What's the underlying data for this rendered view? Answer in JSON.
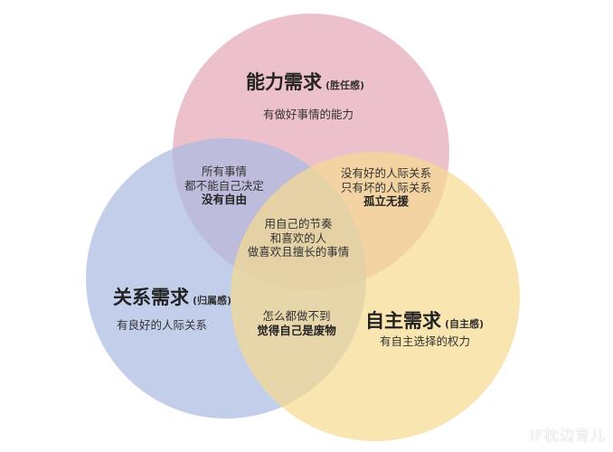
{
  "circles": {
    "competence": {
      "title": "能力需求",
      "subtitle": "(胜任感)",
      "description": "有做好事情的能力",
      "color": "#e6a6b5"
    },
    "relatedness": {
      "title": "关系需求",
      "subtitle": "(归属感)",
      "description": "有良好的人际关系",
      "color": "#a9b9e3"
    },
    "autonomy": {
      "title": "自主需求",
      "subtitle": "(自主感)",
      "description": "有自主选择的权力",
      "color": "#f5da8e"
    }
  },
  "overlaps": {
    "competence_relatedness": {
      "line1": "所有事情",
      "line2": "都不能自己决定",
      "emphasis": "没有自由"
    },
    "competence_autonomy": {
      "line1": "没有好的人际关系",
      "line2": "只有坏的人际关系",
      "emphasis": "孤立无援"
    },
    "relatedness_autonomy": {
      "line1": "怎么都做不到",
      "emphasis": "觉得自己是废物"
    },
    "center": {
      "line1": "用自己的节奏",
      "line2": "和喜欢的人",
      "line3": "做喜欢且擅长的事情"
    }
  },
  "watermark": "IF枕边育儿"
}
